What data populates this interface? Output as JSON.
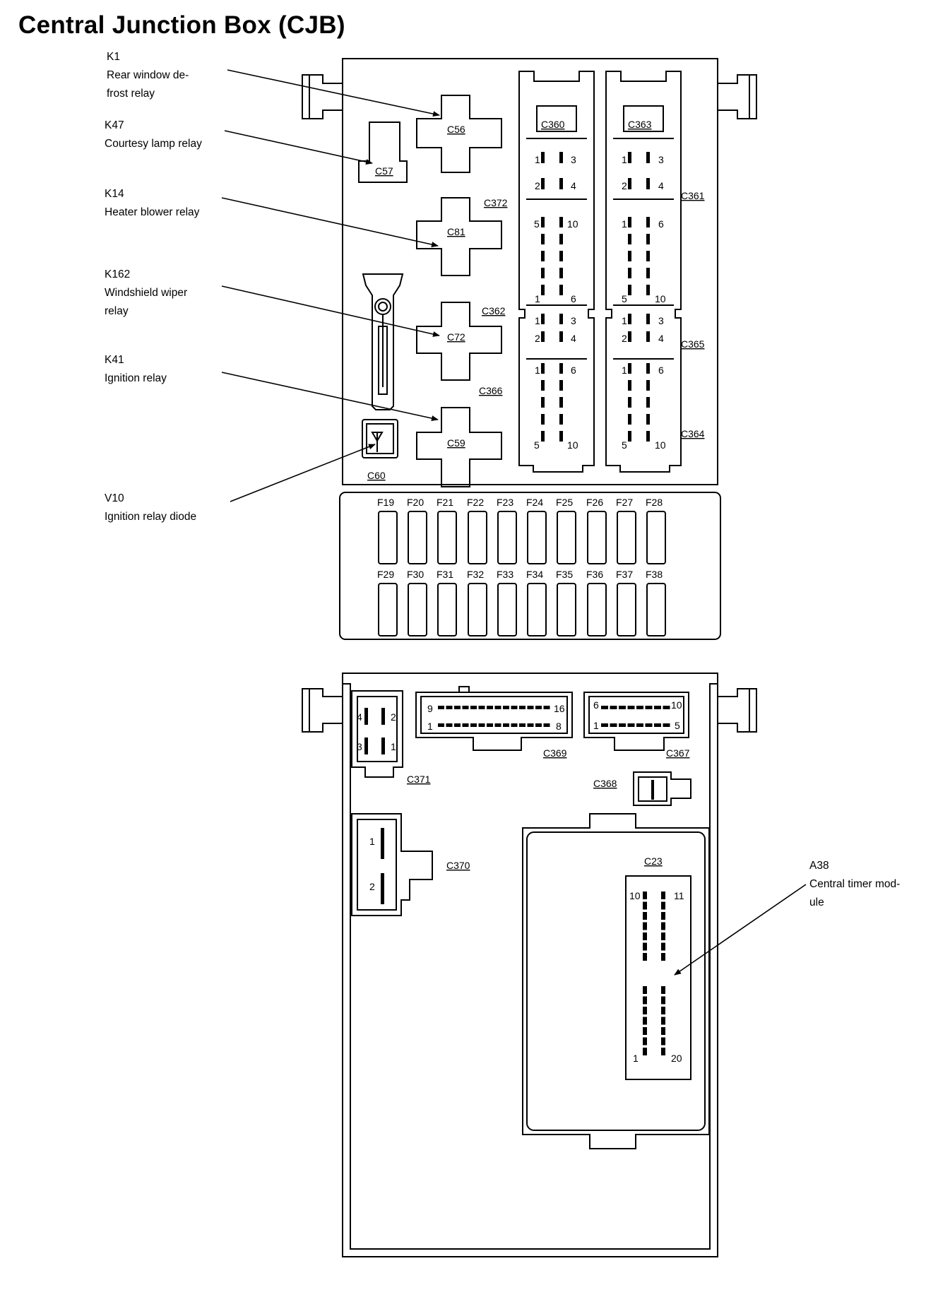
{
  "title": "Central Junction Box (CJB)",
  "callouts": {
    "k1": {
      "code": "K1",
      "line1": "Rear window de-",
      "line2": "frost relay"
    },
    "k47": {
      "code": "K47",
      "line1": "Courtesy lamp relay"
    },
    "k14": {
      "code": "K14",
      "line1": "Heater blower relay"
    },
    "k162": {
      "code": "K162",
      "line1": "Windshield wiper",
      "line2": "relay"
    },
    "k41": {
      "code": "K41",
      "line1": "Ignition relay"
    },
    "v10": {
      "code": "V10",
      "line1": "Ignition relay diode"
    },
    "a38": {
      "code": "A38",
      "line1": "Central timer mod-",
      "line2": "ule"
    }
  },
  "relays": {
    "c56": "C56",
    "c57": "C57",
    "c81": "C81",
    "c72": "C72",
    "c59": "C59",
    "c60": "C60"
  },
  "connectors": {
    "c360": "C360",
    "c363": "C363",
    "c372": "C372",
    "c361": "C361",
    "c362": "C362",
    "c365": "C365",
    "c366": "C366",
    "c364": "C364",
    "c369": "C369",
    "c367": "C367",
    "c371": "C371",
    "c368": "C368",
    "c370": "C370",
    "c23": "C23"
  },
  "pins": {
    "p1": "1",
    "p2": "2",
    "p3": "3",
    "p4": "4",
    "p5": "5",
    "p6": "6",
    "p8": "8",
    "p9": "9",
    "p10": "10",
    "p11": "11",
    "p16": "16",
    "p20": "20"
  },
  "fuses_row1": [
    "F19",
    "F20",
    "F21",
    "F22",
    "F23",
    "F24",
    "F25",
    "F26",
    "F27",
    "F28"
  ],
  "fuses_row2": [
    "F29",
    "F30",
    "F31",
    "F32",
    "F33",
    "F34",
    "F35",
    "F36",
    "F37",
    "F38"
  ]
}
